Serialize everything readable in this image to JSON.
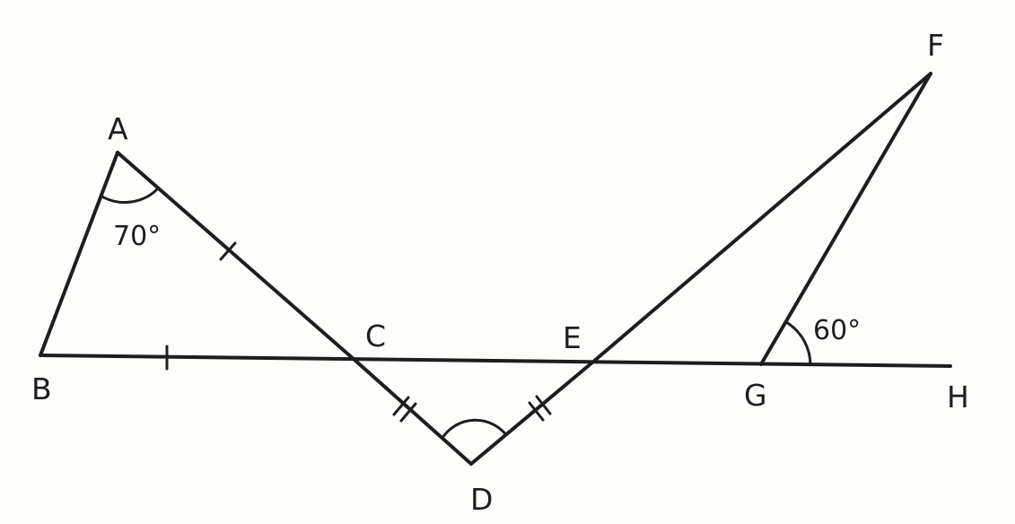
{
  "points": {
    "A": "A",
    "B": "B",
    "C": "C",
    "D": "D",
    "E": "E",
    "F": "F",
    "G": "G",
    "H": "H"
  },
  "angles": {
    "A": "70°",
    "G": "60°"
  },
  "colors": {
    "ink": "#1e1e1e",
    "paper": "#fdfdfb"
  }
}
